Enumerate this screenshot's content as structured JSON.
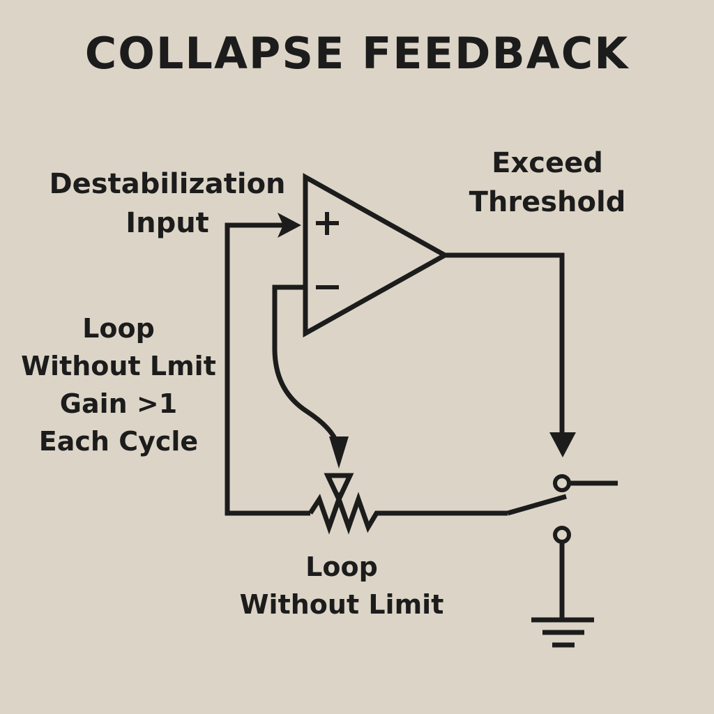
{
  "title": "COLLAPSE FEEDBACK",
  "labels": {
    "destabilization_input": [
      "Destabilization",
      "Input"
    ],
    "exceed_threshold": [
      "Exceed",
      "Threshold"
    ],
    "loop_gain": [
      "Loop",
      "Without Lmit",
      "Gain >1",
      "Each Cycle"
    ],
    "loop_without_limit": [
      "Loop",
      "Without Limit"
    ]
  },
  "opamp": {
    "plus_sign": "+",
    "minus_sign": "−"
  },
  "colors": {
    "background": "#dcd5c7",
    "ink": "#1c1c1c"
  }
}
